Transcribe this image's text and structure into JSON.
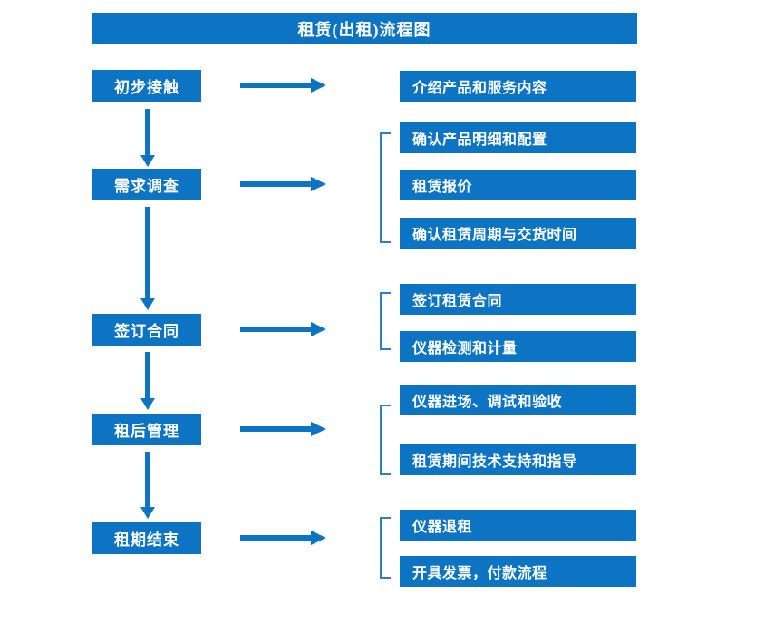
{
  "diagram": {
    "title": "租赁(出租)流程图",
    "accent_color": "#0d74c3",
    "bracket_color": "#2f7fc1",
    "text_color": "#ffffff",
    "background_color": "#ffffff",
    "stages": [
      {
        "label": "初步接触"
      },
      {
        "label": "需求调查"
      },
      {
        "label": "签订合同"
      },
      {
        "label": "租后管理"
      },
      {
        "label": "租期结束"
      }
    ],
    "tasks": [
      {
        "label": "介绍产品和服务内容"
      },
      {
        "label": "确认产品明细和配置"
      },
      {
        "label": "租赁报价"
      },
      {
        "label": "确认租赁周期与交货时间"
      },
      {
        "label": "签订租赁合同"
      },
      {
        "label": "仪器检测和计量"
      },
      {
        "label": "仪器进场、调试和验收"
      },
      {
        "label": "租赁期间技术支持和指导"
      },
      {
        "label": "仪器退租"
      },
      {
        "label": "开具发票，付款流程"
      }
    ]
  }
}
